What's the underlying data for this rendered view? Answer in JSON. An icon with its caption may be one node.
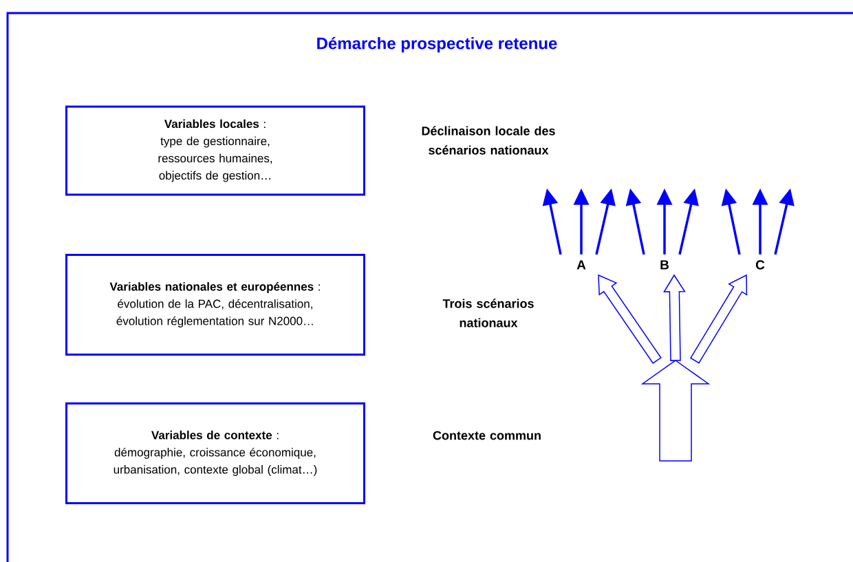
{
  "diagram": {
    "title": "Démarche prospective retenue",
    "nodes": [
      {
        "text": [
          "**Variables locales** :",
          "type de gestionnaire, ressources humaines, objectifs de gestion…"
        ]
      },
      {
        "text": [
          "**Variables nationales et européennes** :",
          "évolution de la PAC, décentralisation, évolution réglementation sur N2000…"
        ]
      },
      {
        "text": [
          "**Variables de contexte** :",
          "démographie, croissance économique, urbanisation, contexte global (climat…)"
        ]
      },
      {
        "text": [
          "A"
        ]
      },
      {
        "text": [
          "B"
        ]
      },
      {
        "text": [
          "C"
        ]
      },
      {
        "text": [],
        "shape": "arrow"
      }
    ],
    "edges": [
      {
        "from": 3,
        "to": null,
        "arrow": "to"
      },
      {
        "from": 3,
        "to": null,
        "arrow": "to"
      },
      {
        "from": 3,
        "to": null,
        "arrow": "to"
      },
      {
        "from": 4,
        "to": null,
        "arrow": "to"
      },
      {
        "from": 4,
        "to": null,
        "arrow": "to"
      },
      {
        "from": 4,
        "to": null,
        "arrow": "to"
      },
      {
        "from": 5,
        "to": null,
        "arrow": "to"
      },
      {
        "from": 5,
        "to": null,
        "arrow": "to"
      },
      {
        "from": 5,
        "to": null,
        "arrow": "to"
      },
      {
        "from": 6,
        "to": 3,
        "arrow": "to",
        "style": "thick"
      },
      {
        "from": 6,
        "to": 4,
        "arrow": "to",
        "style": "thick"
      },
      {
        "from": 6,
        "to": 5,
        "arrow": "to",
        "style": "thick"
      }
    ],
    "labels": [
      "Déclinaison locale des scénarios nationaux",
      "Trois scénarios nationaux",
      "Contexte commun"
    ]
  }
}
